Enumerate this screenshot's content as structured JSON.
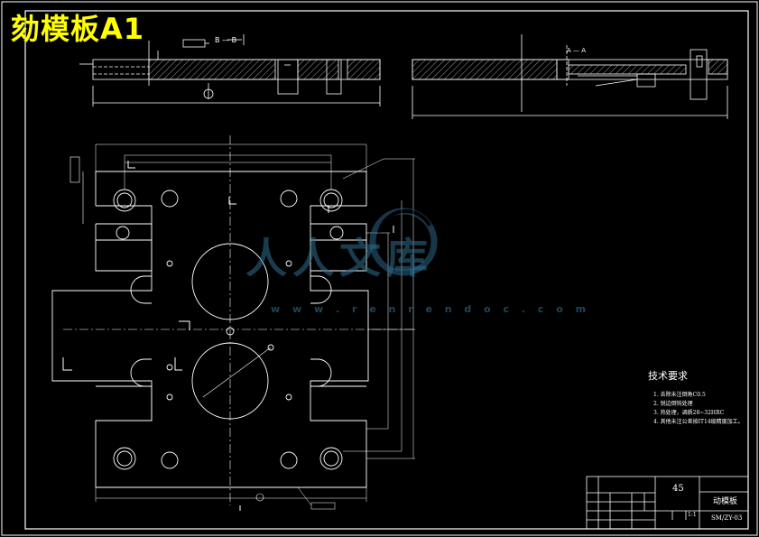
{
  "title": "劾模板A1",
  "watermark": {
    "text": "人人文库",
    "url": "w w w . r e n r e n d o c . c o m"
  },
  "tech_requirements": {
    "title": "技术要求",
    "items": [
      "1. 去除未注倒角C0.5",
      "2. 锐边倒钝处理",
      "3. 热处理，调质28~32HRC",
      "4. 其他未注公差按IT14级精度加工。"
    ]
  },
  "title_block": {
    "material": "45",
    "part_name": "动模板",
    "drawing_no": "SM/ZY-03",
    "scale": "1:1"
  },
  "section_labels": {
    "top_left": "B — B",
    "top_right": "A — A"
  },
  "colors": {
    "line": "#ffffff",
    "dim": "#ffffff",
    "title": "#ffff00",
    "watermark": "#2f6f8f"
  }
}
